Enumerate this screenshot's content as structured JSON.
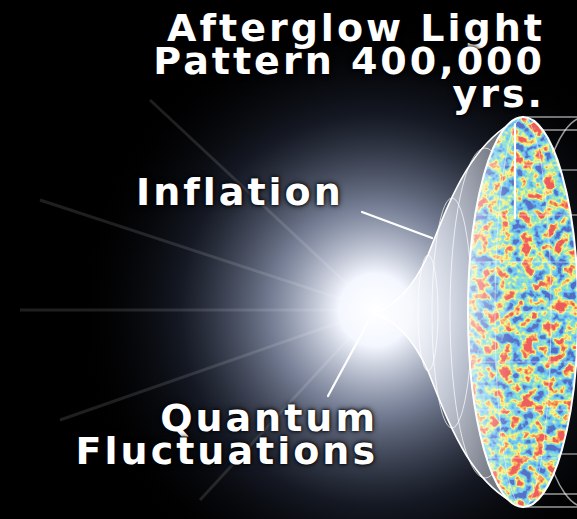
{
  "diagram": {
    "labels": [
      "Afterglow Light Pattern 400,000 yrs.",
      "Inflation",
      "Quantum Fluctuations"
    ]
  }
}
